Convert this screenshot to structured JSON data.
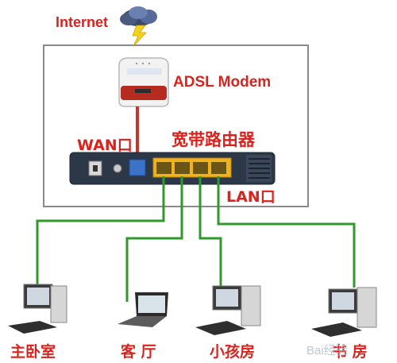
{
  "labels": {
    "internet": "Internet",
    "modem": "ADSL Modem",
    "router": "宽带路由器",
    "wan": "WAN口",
    "lan": "LAN口"
  },
  "rooms": [
    {
      "label": "主卧室",
      "device": "desktop-computer"
    },
    {
      "label": "客 厅",
      "device": "laptop-computer"
    },
    {
      "label": "小孩房",
      "device": "desktop-computer"
    },
    {
      "label": "书 房",
      "device": "desktop-computer"
    }
  ],
  "watermark": "Bai经验",
  "colors": {
    "label_red": "#d8231e",
    "cable_green": "#2f9a2a",
    "wan_cable": "#c0392b",
    "enclosure": "#8a8a8a",
    "lan_ports": "#f2b21d"
  }
}
